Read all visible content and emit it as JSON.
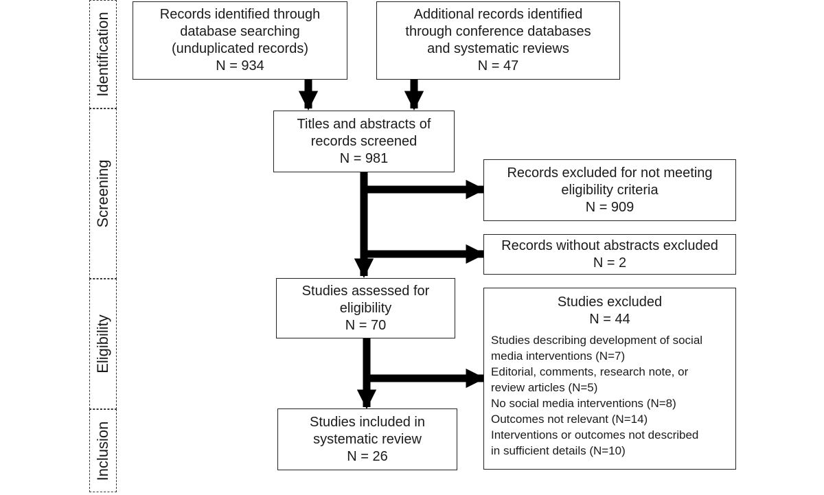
{
  "stages": [
    {
      "id": "identification",
      "label": "Identification"
    },
    {
      "id": "screening",
      "label": "Screening"
    },
    {
      "id": "eligibility",
      "label": "Eligibility"
    },
    {
      "id": "inclusion",
      "label": "Inclusion"
    }
  ],
  "boxes": {
    "database_records": {
      "text": "Records identified through\ndatabase searching\n(unduplicated records)",
      "n": "N = 934"
    },
    "additional_records": {
      "text": "Additional records identified\nthrough conference databases\nand systematic reviews",
      "n": "N = 47"
    },
    "screened": {
      "text": "Titles and abstracts of\nrecords screened",
      "n": "N = 981"
    },
    "excluded_criteria": {
      "text": "Records excluded for not meeting\neligibility criteria",
      "n": "N = 909"
    },
    "excluded_no_abstract": {
      "text": "Records without abstracts excluded",
      "n": "N = 2"
    },
    "assessed": {
      "text": "Studies assessed for\neligibility",
      "n": "N = 70"
    },
    "studies_excluded": {
      "text": "Studies excluded",
      "n": "N = 44",
      "reasons": [
        "Studies describing development of social\nmedia interventions (N=7)",
        "Editorial, comments, research note, or\nreview articles (N=5)",
        "No social media interventions (N=8)",
        "Outcomes not relevant (N=14)",
        "Interventions or outcomes not described\nin sufficient details (N=10)"
      ]
    },
    "included": {
      "text": "Studies included in\nsystematic review",
      "n": "N = 26"
    }
  }
}
